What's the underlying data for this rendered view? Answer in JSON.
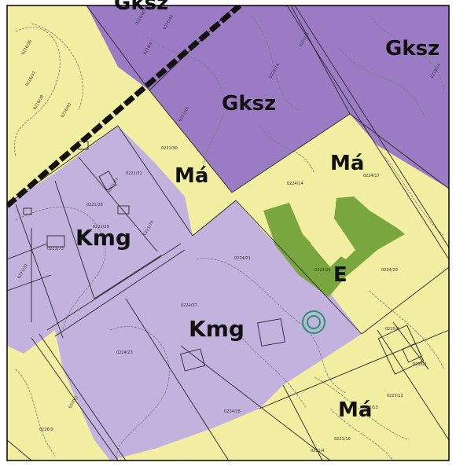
{
  "map": {
    "colors": {
      "gksz_zone": "#9b7bc4",
      "kmg_zone": "#c3b2dd",
      "ma_zone": "#f2eea2",
      "e_zone": "#7aa63f",
      "contour": "#777777",
      "parcel_line": "#2a2a2a",
      "railway": "#111111",
      "marker": "#1f9a6a",
      "frame": "#000000"
    },
    "zone_labels": {
      "gksz_top": "Gksz",
      "gksz_right": "Gksz",
      "gksz_center": "Gksz",
      "ma_center": "Má",
      "ma_right": "Má",
      "ma_bottom": "Má",
      "kmg_left": "Kmg",
      "kmg_center": "Kmg",
      "e_forest": "E"
    },
    "parcel_numbers": {
      "p1": "0216/36",
      "p2": "0216/37",
      "p3": "0216/38",
      "p4": "0216/43",
      "p5": "0218/4",
      "p6": "0216/40",
      "p7": "0216/42",
      "p8": "0221/11",
      "p9": "0221/14",
      "p10": "0221/16",
      "p11": "0221/30",
      "p12": "0221/31",
      "p13": "0221/71",
      "p14": "0221/28",
      "p15": "0221/29",
      "p16": "0221/74",
      "p17": "0221/73",
      "p18": "0221/32",
      "p19": "0224/01",
      "p20": "0224/14",
      "p21": "0224/15",
      "p22": "0224/17",
      "p23": "0224/37",
      "p24": "0224/23",
      "p25": "0224/28",
      "p26": "0225/12",
      "p27": "0225/13",
      "p28": "0221/4",
      "p29": "0228/3",
      "p30": "0224/20",
      "p31": "0226/9",
      "p32": "0220/2",
      "p33": "0218/13",
      "p34": "0225/4",
      "p35": "0221/10"
    }
  }
}
